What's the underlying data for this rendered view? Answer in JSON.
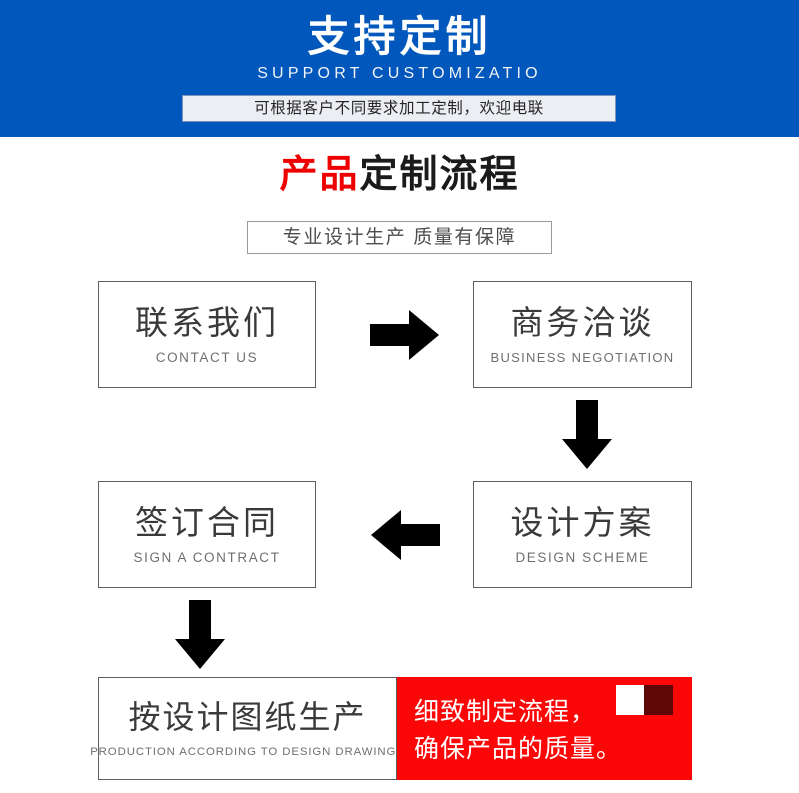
{
  "banner": {
    "title": "支持定制",
    "subtitle": "SUPPORT CUSTOMIZATIO",
    "pill": "可根据客户不同要求加工定制，欢迎电联",
    "bg_color": "#0157bb"
  },
  "section": {
    "title_highlight": "产品",
    "title_rest": "定制流程",
    "highlight_color": "#ee0000",
    "subtitle": "专业设计生产 质量有保障"
  },
  "flow": {
    "steps": [
      {
        "cn": "联系我们",
        "en": "CONTACT US"
      },
      {
        "cn": "商务洽谈",
        "en": "BUSINESS  NEGOTIATION"
      },
      {
        "cn": "设计方案",
        "en": "DESIGN  SCHEME"
      },
      {
        "cn": "签订合同",
        "en": "SIGN A CONTRACT"
      },
      {
        "cn": "按设计图纸生产",
        "en": "PRODUCTION  ACCORDING  TO  DESIGN  DRAWINGS"
      }
    ],
    "arrows": [
      {
        "name": "arrow-right-icon",
        "direction": "right"
      },
      {
        "name": "arrow-down-icon",
        "direction": "down"
      },
      {
        "name": "arrow-left-icon",
        "direction": "left"
      },
      {
        "name": "arrow-down-icon",
        "direction": "down"
      }
    ]
  },
  "callout": {
    "line1": "细致制定流程，",
    "line2": "确保产品的质量。",
    "bg_color": "#fb0707",
    "deco_light": "#ffffff",
    "deco_dark": "#5d0707"
  }
}
